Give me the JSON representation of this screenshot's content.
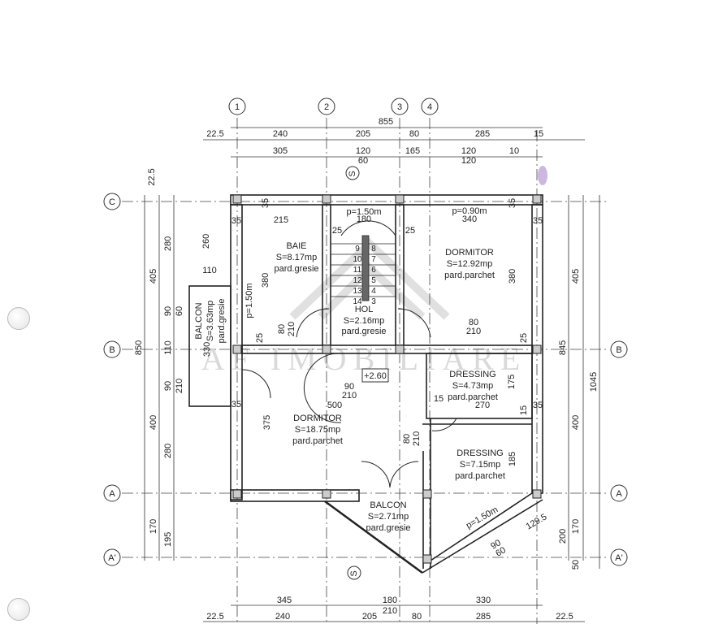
{
  "grid_axes": {
    "vertical": [
      "1",
      "2",
      "3",
      "4"
    ],
    "horizontal": [
      "C",
      "B",
      "A",
      "A'"
    ]
  },
  "top_dims": {
    "total": "855",
    "row1": [
      "22.5",
      "240",
      "205",
      "80",
      "285",
      "15"
    ],
    "row2": [
      "305",
      "120",
      "60",
      "165",
      "120",
      "120",
      "10"
    ]
  },
  "bottom_dims": {
    "row1": [
      "345",
      "180",
      "210",
      "330"
    ],
    "row2": [
      "22.5",
      "240",
      "205",
      "80",
      "285",
      "22.5"
    ]
  },
  "left_dims": [
    "22.5",
    "850",
    "405",
    "400",
    "280",
    "260",
    "110",
    "90",
    "60",
    "110",
    "90",
    "210",
    "280",
    "170",
    "195"
  ],
  "right_dims": [
    "405",
    "845",
    "1045",
    "400",
    "200",
    "170",
    "50"
  ],
  "rooms": [
    {
      "name": "BAIE",
      "area": "S=8.17mp",
      "floor": "pard.gresie"
    },
    {
      "name": "DORMITOR",
      "area": "S=12.92mp",
      "floor": "pard.parchet"
    },
    {
      "name": "HOL",
      "area": "S=2.16mp",
      "floor": "pard.gresie"
    },
    {
      "name": "BALCON",
      "area": "S=3.63mp",
      "floor": "pard.gresie"
    },
    {
      "name": "DRESSING",
      "area": "S=4.73mp",
      "floor": "pard.parchet"
    },
    {
      "name": "DORMITOR",
      "area": "S=18.75mp",
      "floor": "pard.parchet"
    },
    {
      "name": "DRESSING",
      "area": "S=7.15mp",
      "floor": "pard.parchet"
    },
    {
      "name": "BALCON",
      "area": "S=2.71mp",
      "floor": "pard.gresie"
    }
  ],
  "inner_dims": [
    "35",
    "35",
    "35",
    "215",
    "180",
    "340",
    "35",
    "25",
    "25",
    "380",
    "380",
    "p=1.50m",
    "p=0.90m",
    "p=1.50m",
    "80",
    "210",
    "80",
    "210",
    "25",
    "25",
    "330",
    "90",
    "210",
    "500",
    "375",
    "35",
    "80",
    "210",
    "175",
    "15",
    "270",
    "15",
    "35",
    "185",
    "p=1.50m",
    "129.5",
    "90",
    "60"
  ],
  "stairs": [
    "9",
    "10",
    "11",
    "12",
    "13",
    "14",
    "8",
    "7",
    "6",
    "5",
    "4",
    "3"
  ],
  "level": "+2.60",
  "section_mark": "S",
  "watermark": "AF IMOBILIARE"
}
